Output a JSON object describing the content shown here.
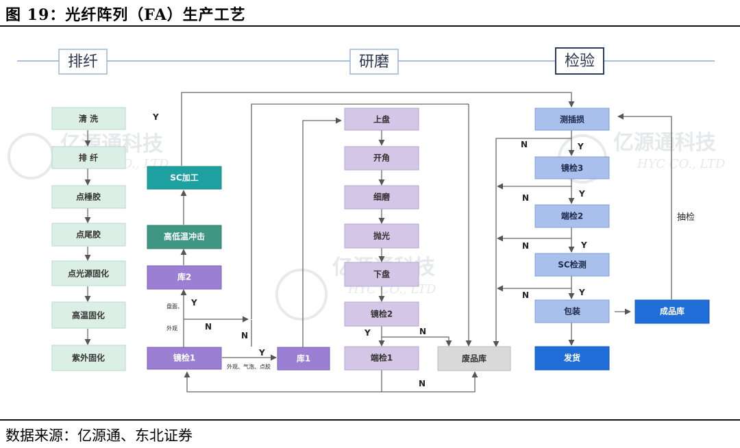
{
  "title": "图 19：光纤阵列（FA）生产工艺",
  "source": "数据来源：亿源通、东北证券",
  "watermark": {
    "name": "亿源通科技",
    "sub": "HYC CO., LTD"
  },
  "stages": {
    "paixian": "排纤",
    "yanmo": "研磨",
    "jianyan": "检验"
  },
  "boxes": {
    "qingxi": "清  洗",
    "paixian": "排  纤",
    "dianzhuijiao": "点棰胶",
    "dianweijiao": "点尾胶",
    "dianguangyuan": "点光源固化",
    "gaowen": "高温固化",
    "ziwai": "紫外固化",
    "sc_jiagong": "SC加工",
    "gaodiwen": "高低温冲击",
    "ku2": "库2",
    "jingjian1": "镜检1",
    "ku1": "库1",
    "shangpan": "上盘",
    "kaijiao": "开角",
    "ximo": "细磨",
    "paoguang": "抛光",
    "xiapan": "下盘",
    "jingjian2": "镜检2",
    "duanjian1": "端检1",
    "feipinku": "废品库",
    "cechasun": "测插损",
    "jingjian3": "镜检3",
    "duanjian2": "端检2",
    "sc_jiance": "SC检测",
    "baozhuang": "包装",
    "fahuo": "发货",
    "chengpinku": "成品库"
  },
  "labels": {
    "y": "Y",
    "n": "N",
    "choujian": "抽检",
    "defects_left_a": "盘面、",
    "defects_left_b": "外观",
    "defects_bottom": "外观、气泡、点胶"
  },
  "colors": {
    "pale_green": "#dcefe7",
    "teal": "#1fa0a0",
    "teal_dark": "#3f9683",
    "purple": "#9b7fd3",
    "lavender": "#d4c6e6",
    "blue_light": "#a9c0ec",
    "blue": "#1f6dd6",
    "gray": "#d9d9d9"
  }
}
